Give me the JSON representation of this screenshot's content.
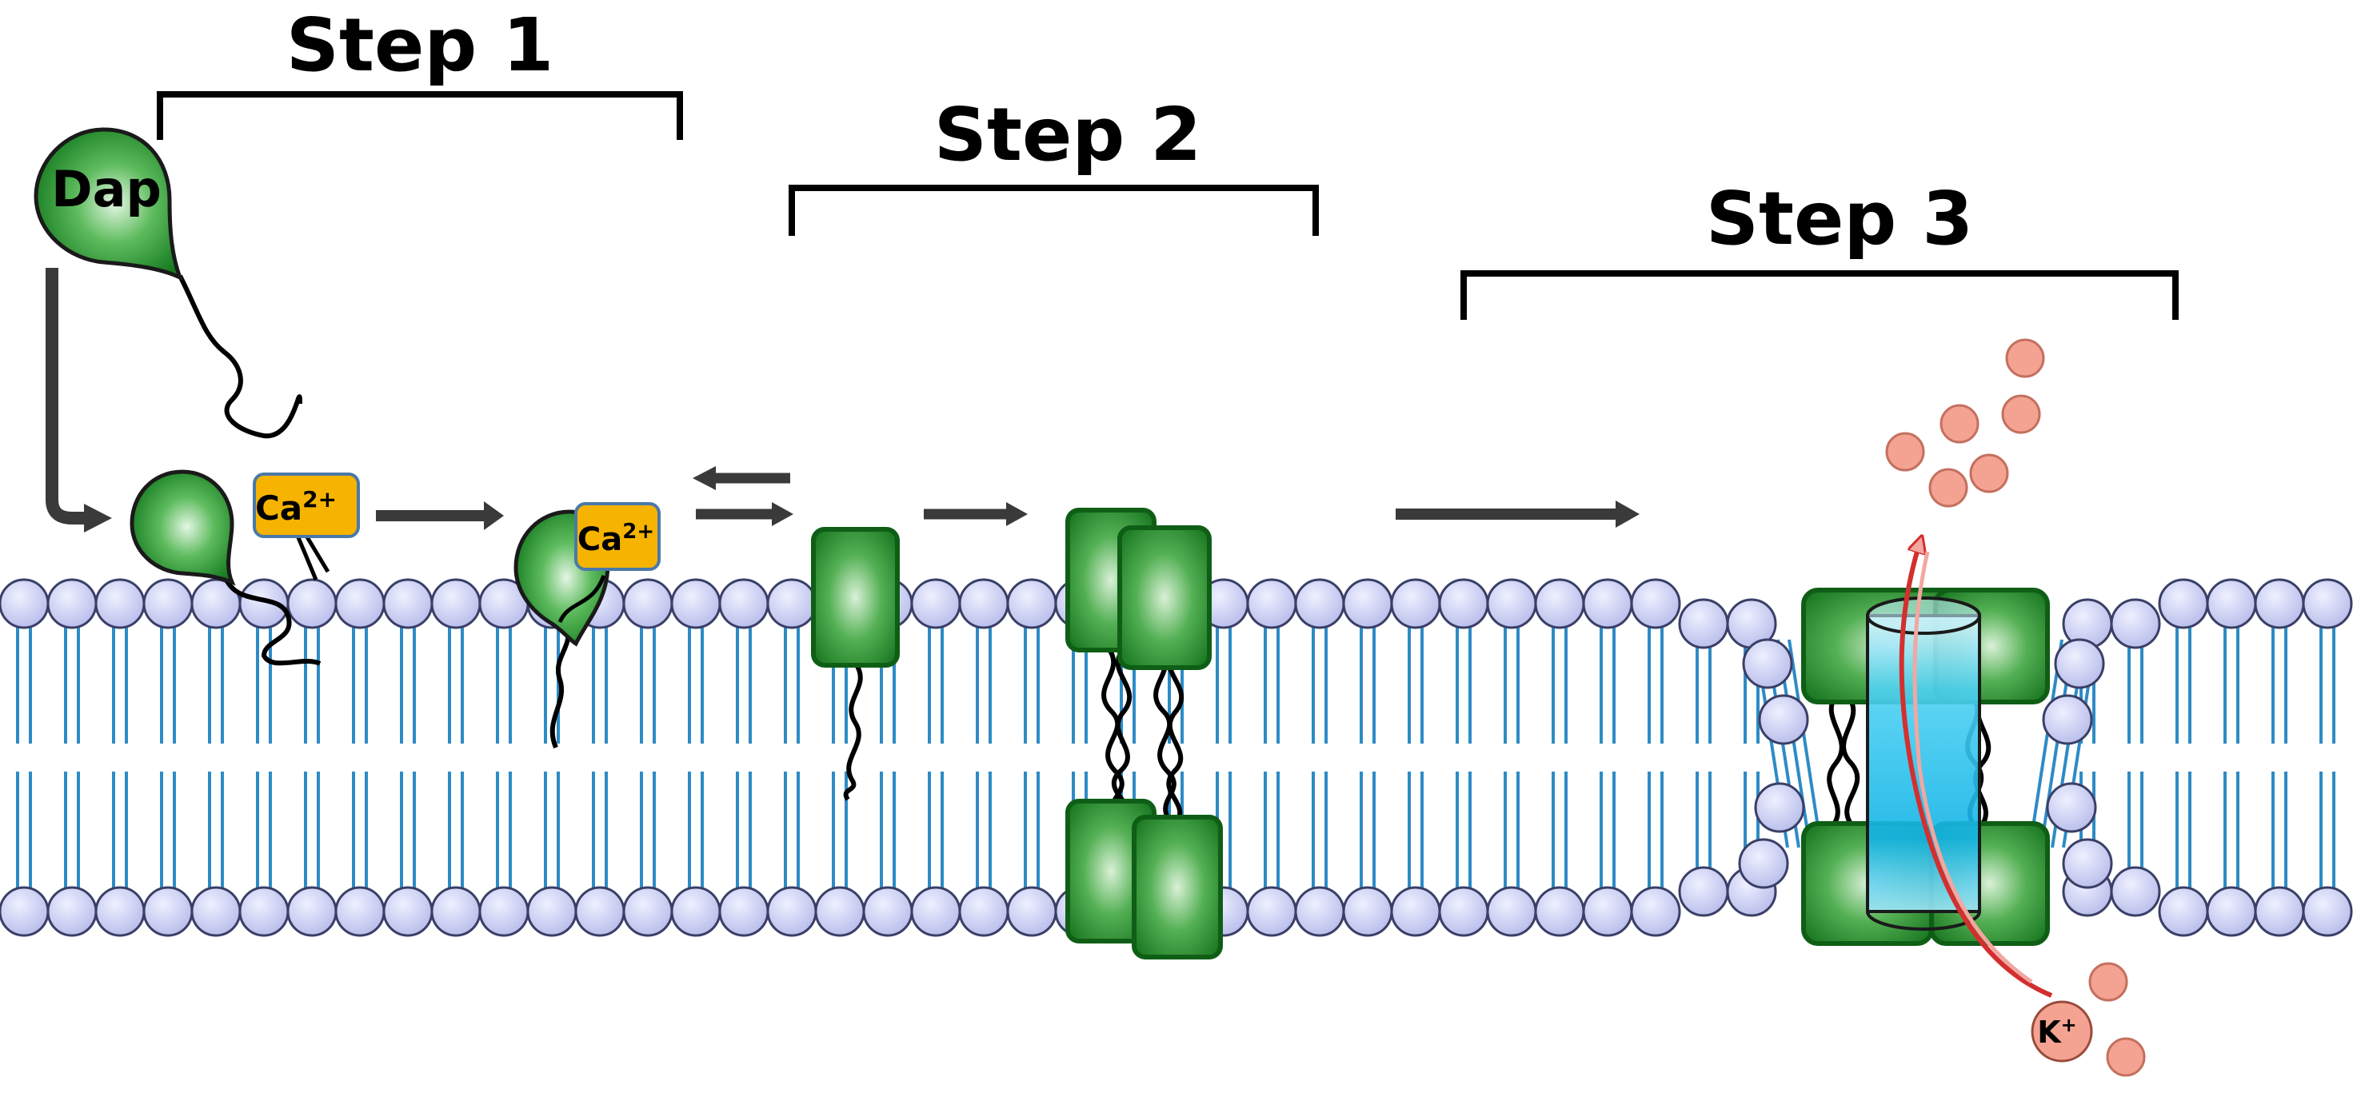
{
  "steps": [
    {
      "label": "Step 1"
    },
    {
      "label": "Step 2"
    },
    {
      "label": "Step 3"
    }
  ],
  "molecule": {
    "label": "Dap"
  },
  "calcium": {
    "base": "Ca",
    "charge": "2+"
  },
  "potassium": {
    "base": "K",
    "charge": "+"
  },
  "colors": {
    "head_fill": "#c9cdf3",
    "head_stroke": "#3a3f66",
    "tail": "#2d8bc6",
    "dap_green": "#1f8a2a",
    "dap_light": "#9fd79f",
    "calcium_fill": "#f6b400",
    "potassium_fill": "#f4a392",
    "channel_blue": "#27c6ee",
    "efflux_arrow": "#e23a3a",
    "flow_arrow": "#3a3a3a"
  }
}
